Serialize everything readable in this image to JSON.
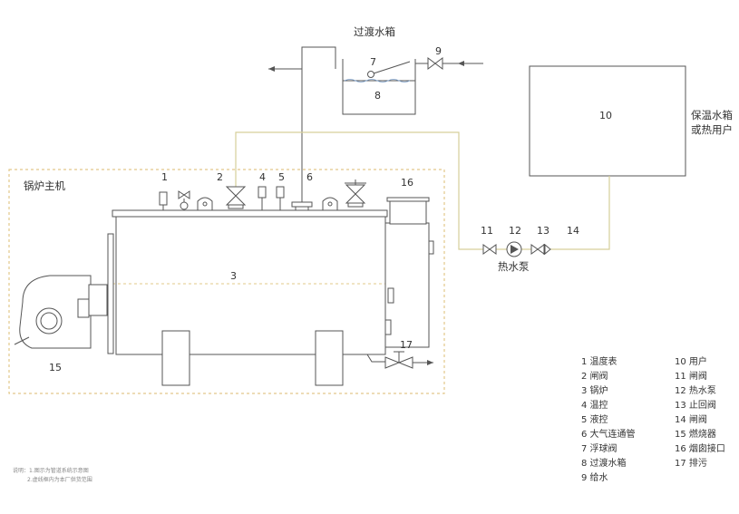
{
  "labels": {
    "transfer_tank": "过渡水箱",
    "boiler_main": "锅炉主机",
    "user_side": "保温水箱",
    "user_side_2": "或热用户",
    "hot_water_pump": "热水泵"
  },
  "numbers": {
    "n1": "1",
    "n2": "2",
    "n3": "3",
    "n4": "4",
    "n5": "5",
    "n6": "6",
    "n7": "7",
    "n8": "8",
    "n9": "9",
    "n10": "10",
    "n11": "11",
    "n12": "12",
    "n13": "13",
    "n14": "14",
    "n15": "15",
    "n16": "16",
    "n17": "17"
  },
  "legend": {
    "col1": [
      "1 温度表",
      "2 闸阀",
      "3 锅炉",
      "4 温控",
      "5 液控",
      "6 大气连通管",
      "7 浮球阀",
      "8 过渡水箱",
      "9 给水"
    ],
    "col2": [
      "10 用户",
      "11 闸阀",
      "12 热水泵",
      "13 止回阀",
      "14 闸阀",
      "15 燃烧器",
      "16 烟囱接口",
      "17 排污"
    ]
  },
  "notes": {
    "line1": "说明：1.图示为管道系统示意图",
    "line2": "2.虚线框内为本厂供货范围"
  },
  "colors": {
    "line": "#555555",
    "hot_pipe": "#d6cf9a",
    "scope_dash": "#e2c88a",
    "tank_water": "#7a9ec9"
  }
}
